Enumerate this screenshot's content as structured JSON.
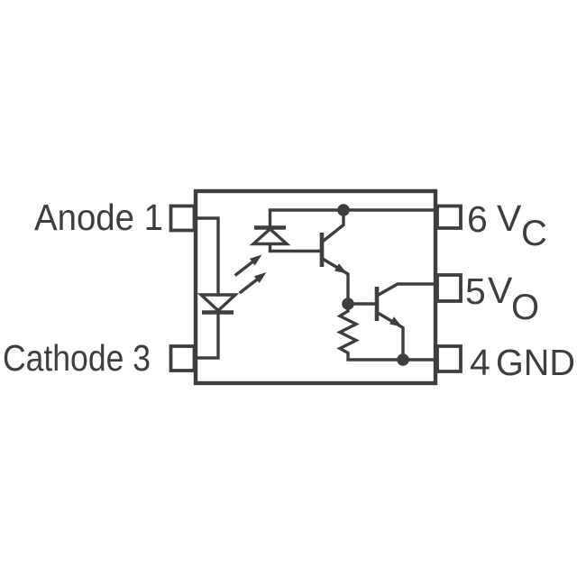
{
  "schematic": {
    "description": "optocoupler-internal-circuit",
    "colors": {
      "line": "#3e3e40",
      "background": "#ffffff"
    },
    "pins": {
      "left": [
        {
          "label": "Anode 1"
        },
        {
          "label": "Cathode 3"
        }
      ],
      "right": [
        {
          "number": "6",
          "name": "V",
          "subscript": "C"
        },
        {
          "number": "5",
          "name": "V",
          "subscript": "O"
        },
        {
          "number": "4",
          "name": "GND",
          "subscript": ""
        }
      ]
    },
    "components": {
      "led": "infrared-emitter-led",
      "light_arrows": "light-emission-arrows",
      "photodiode": "photodiode",
      "transistor_1": "npn-transistor",
      "transistor_2": "npn-output-transistor",
      "resistor": "base-emitter-resistor",
      "junctions": "junction-dots"
    }
  }
}
